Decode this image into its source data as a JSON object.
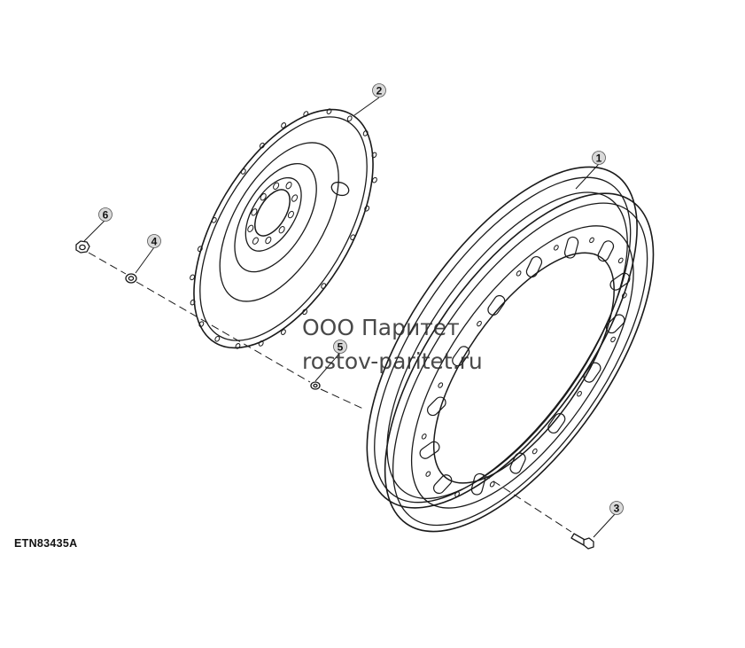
{
  "drawing_code": "ETN83435A",
  "watermark": {
    "line1": "ООО Паритет",
    "line2": "rostov-paritet.ru"
  },
  "callouts": [
    {
      "id": "1",
      "label": "1"
    },
    {
      "id": "2",
      "label": "2"
    },
    {
      "id": "3",
      "label": "3"
    },
    {
      "id": "4",
      "label": "4"
    },
    {
      "id": "5",
      "label": "5"
    },
    {
      "id": "6",
      "label": "6"
    }
  ],
  "colors": {
    "line": "#1a1a1a",
    "callout_fill": "#d9d9d9",
    "background": "#ffffff"
  }
}
